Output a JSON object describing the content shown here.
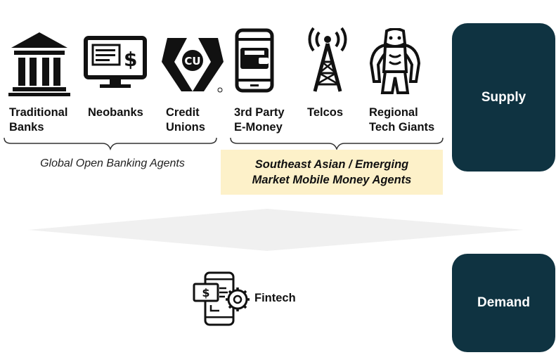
{
  "supply_agents": [
    {
      "icon": "bank-building-icon",
      "line1": "Traditional",
      "line2": "Banks"
    },
    {
      "icon": "monitor-dollar-icon",
      "line1": "Neobanks",
      "line2": ""
    },
    {
      "icon": "credit-union-logo-icon",
      "line1": "Credit",
      "line2": "Unions"
    },
    {
      "icon": "phone-wallet-icon",
      "line1": "3rd Party",
      "line2": "E-Money"
    },
    {
      "icon": "cell-tower-icon",
      "line1": "Telcos",
      "line2": ""
    },
    {
      "icon": "gorilla-icon",
      "line1": "Regional",
      "line2": "Tech Giants"
    }
  ],
  "credit_union_logo_text": "CU",
  "groups": {
    "global": "Global Open Banking Agents",
    "sea_line1": "Southeast Asian / Emerging",
    "sea_line2": "Market Mobile Money Agents"
  },
  "side_labels": {
    "supply": "Supply",
    "demand": "Demand"
  },
  "demand_agent": {
    "icon": "fintech-phone-gear-icon",
    "label": "Fintech"
  },
  "colors": {
    "side_box": "#0f3341",
    "sea_highlight": "#fdf1c9",
    "divider": "#f0f0f0"
  }
}
